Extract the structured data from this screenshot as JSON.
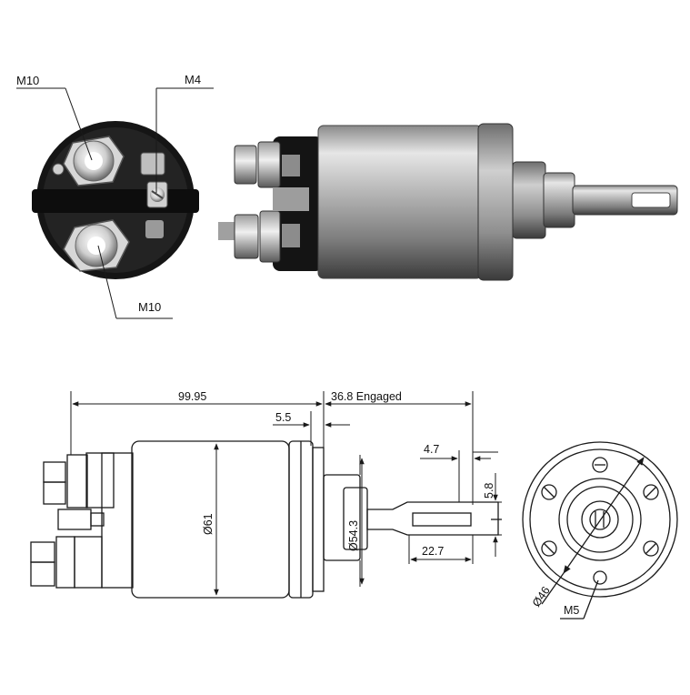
{
  "photo_labels": {
    "terminal_top": "M10",
    "terminal_small": "M4",
    "terminal_bottom": "M10"
  },
  "dimensions": {
    "overall_length": "99.95",
    "engaged_travel": "36.8 Engaged",
    "flange_width": "5.5",
    "plunger_tip": "4.7",
    "slot_width": "5.8",
    "plunger_length": "22.7",
    "body_diameter": "Ø61",
    "nose_diameter": "Ø54.3",
    "bolt_circle": "Ø46",
    "mount_thread": "M5"
  },
  "colors": {
    "line": "#1a1a1a",
    "metal_light": "#d9d9d9",
    "metal_dark": "#5a5a5a",
    "body_black": "#141414"
  }
}
